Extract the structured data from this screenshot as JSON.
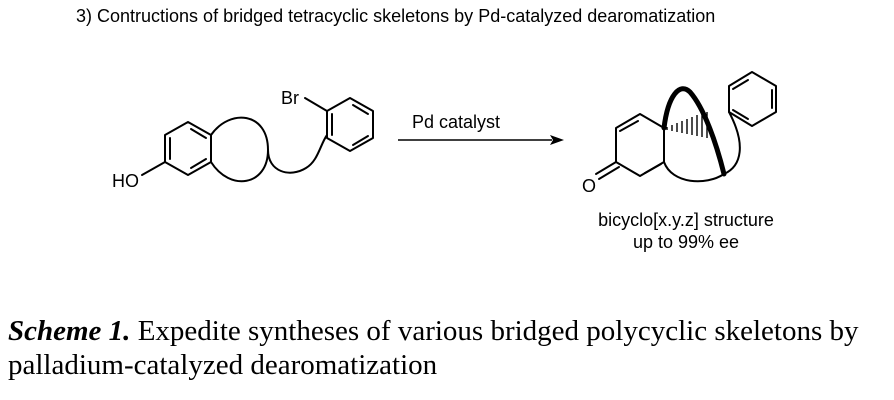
{
  "heading": "3) Contructions of bridged tetracyclic skeletons by Pd-catalyzed dearomatization",
  "scheme": {
    "substituent_br": "Br",
    "substituent_ho": "HO",
    "arrow_label": "Pd catalyst",
    "substituent_o": "O",
    "product_line1": "bicyclo[x.y.z] structure",
    "product_line2": "up to 99% ee"
  },
  "caption": {
    "label": "Scheme 1.",
    "text": " Expedite syntheses of various bridged polycyclic skeletons by palladium-catalyzed dearomatization"
  }
}
